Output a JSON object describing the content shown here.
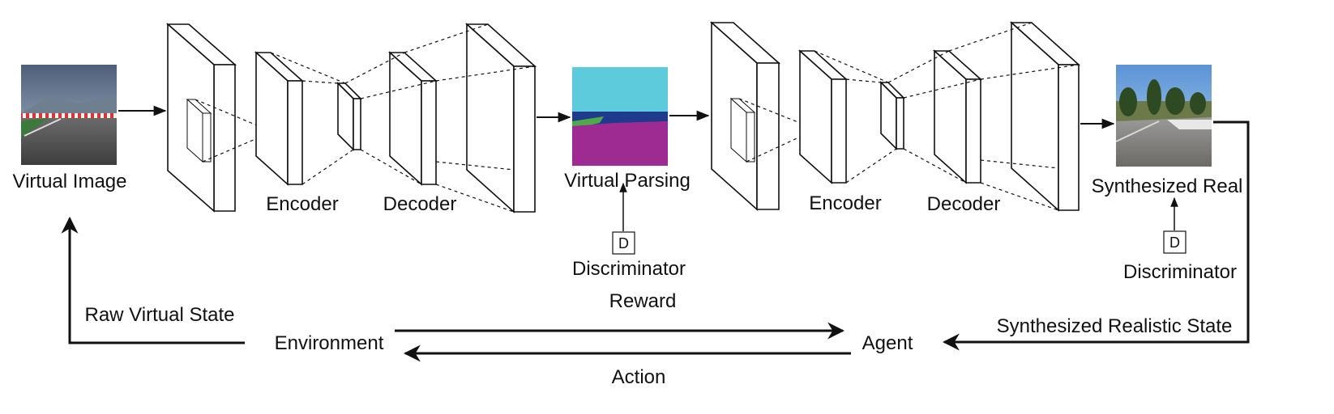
{
  "labels": {
    "virtual_image": "Virtual Image",
    "encoder_1": "Encoder",
    "decoder_1": "Decoder",
    "virtual_parsing": "Virtual Parsing",
    "d_box_1": "D",
    "discriminator_1": "Discriminator",
    "encoder_2": "Encoder",
    "decoder_2": "Decoder",
    "synthesized_real": "Synthesized Real",
    "d_box_2": "D",
    "discriminator_2": "Discriminator",
    "reward": "Reward",
    "raw_virtual_state": "Raw Virtual State",
    "environment": "Environment",
    "agent": "Agent",
    "synthesized_realistic_state": "Synthesized Realistic State",
    "action": "Action"
  },
  "colors": {
    "parsing_sky": "#5ecbdc",
    "parsing_road": "#9e2b92",
    "parsing_grass": "#4fa84a",
    "parsing_horizon": "#1f3a8a",
    "stroke": "#111111"
  }
}
